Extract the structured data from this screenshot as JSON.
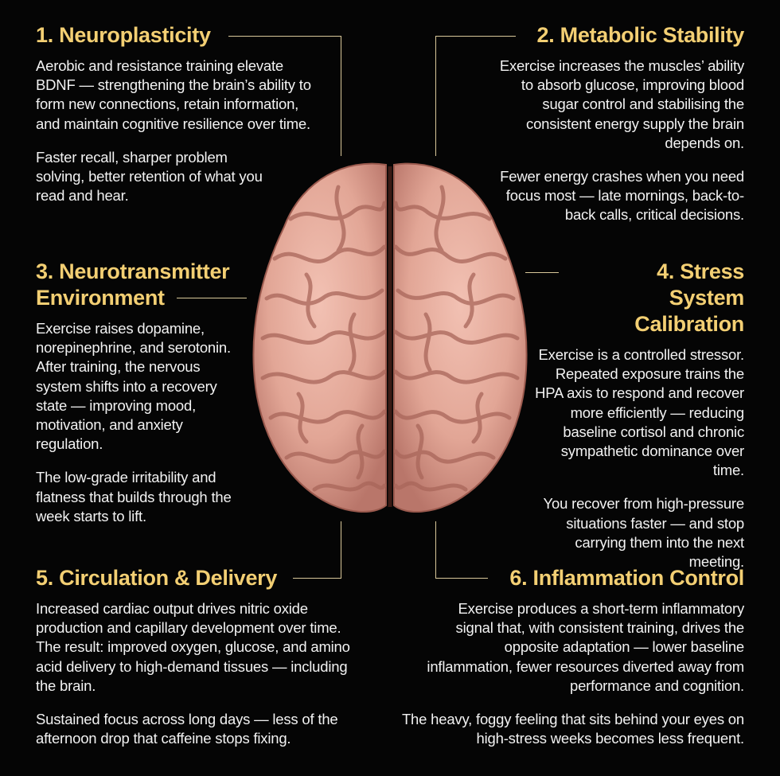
{
  "sections": [
    {
      "title": "1. Neuroplasticity",
      "p1": "Aerobic and resistance training elevate BDNF — strengthening the brain’s ability to form new connections, retain information, and maintain cognitive resilience over time.",
      "p2": "Faster recall, sharper problem solving, better retention of what you read and hear."
    },
    {
      "title": "2. Metabolic Stability",
      "p1": "Exercise increases the muscles’ ability to absorb glucose, improving blood sugar control and stabilising the consistent energy supply the brain depends on.",
      "p2": "Fewer energy crashes when you need focus most — late mornings, back-to-back calls, critical decisions."
    },
    {
      "title": "3. Neurotransmitter Environment",
      "p1": "Exercise raises dopamine, norepinephrine, and serotonin. After training, the nervous system shifts into a recovery state — improving mood, motivation, and anxiety regulation.",
      "p2": "The low-grade irritability and flatness that builds through the week starts to lift."
    },
    {
      "title": "4. Stress System Calibration",
      "p1": "Exercise is a controlled stressor. Repeated exposure trains the HPA axis to respond and recover more efficiently — reducing baseline cortisol and chronic sympathetic dominance over time.",
      "p2": "You recover from high-pressure situations faster — and stop carrying them into the next meeting."
    },
    {
      "title": "5. Circulation & Delivery",
      "p1": "Increased cardiac output drives nitric oxide production and capillary development over time. The result: improved oxygen, glucose, and amino acid delivery to high-demand tissues — including the brain.",
      "p2": "Sustained focus across long days — less of the afternoon drop that caffeine stops fixing."
    },
    {
      "title": "6. Inflammation Control",
      "p1": "Exercise produces a short-term inflammatory signal that, with consistent training, drives the opposite adaptation — lower baseline inflammation, fewer resources diverted away from performance and cognition.",
      "p2": "The heavy, foggy feeling that sits behind your eyes on high-stress weeks becomes less frequent."
    }
  ],
  "colors": {
    "background": "#050505",
    "heading": "#f3cf73",
    "body_text": "#f2f2f2",
    "connector": "#d9c89a",
    "brain_base": "#e2a696",
    "brain_shadow": "#a9665a"
  }
}
